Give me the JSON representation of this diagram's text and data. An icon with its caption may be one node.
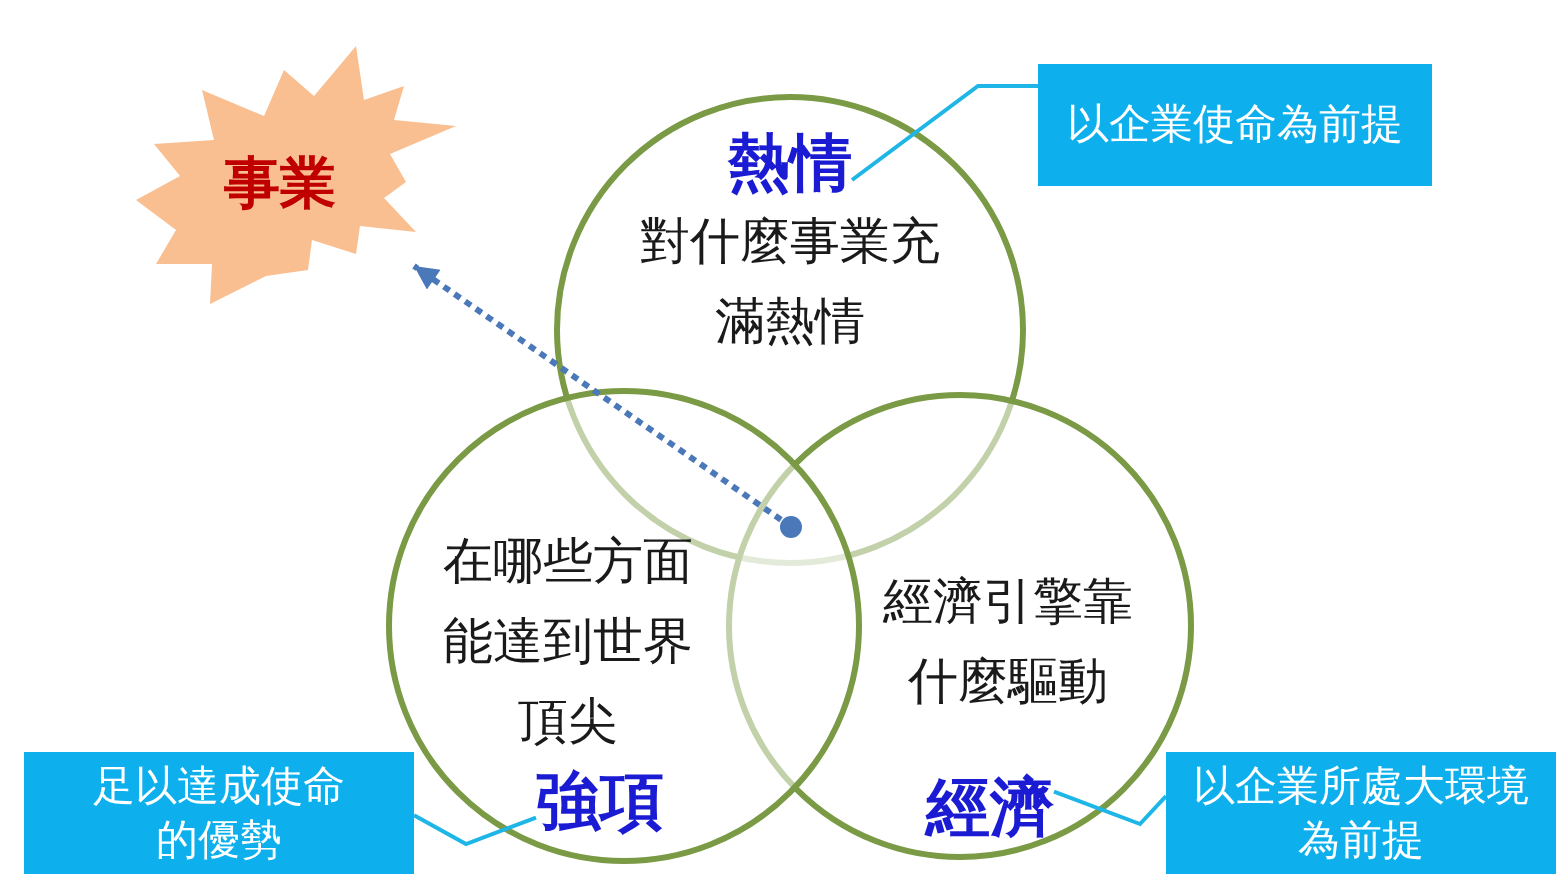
{
  "diagram": {
    "nodes": [
      {
        "text": [
          "事業"
        ]
      },
      {
        "text": [
          "對什麼事業充滿熱情"
        ]
      },
      {
        "text": [
          "熱情"
        ],
        "in": 1
      },
      {
        "text": [
          "以企業使命為前提"
        ]
      },
      {
        "text": [],
        "shape": "circle"
      },
      {
        "text": [
          "在哪些方面能達到世界頂尖"
        ]
      },
      {
        "text": [
          "強項"
        ],
        "in": 5
      },
      {
        "text": [
          "經濟引擎靠什麼驅動"
        ]
      },
      {
        "text": [
          "經濟"
        ],
        "in": 7
      },
      {
        "text": [
          "足以達成使命的優勢"
        ]
      },
      {
        "text": [
          "以企業所處大環境為前提"
        ]
      }
    ],
    "edges": [
      {
        "from": 4,
        "to": 0,
        "arrow": "to",
        "style": "dashed",
        "color": "#4a78b8"
      },
      {
        "from": 3,
        "to": 2,
        "arrow": "none"
      },
      {
        "from": 9,
        "to": 6,
        "arrow": "none"
      },
      {
        "from": 10,
        "to": 8,
        "arrow": "none"
      }
    ]
  }
}
